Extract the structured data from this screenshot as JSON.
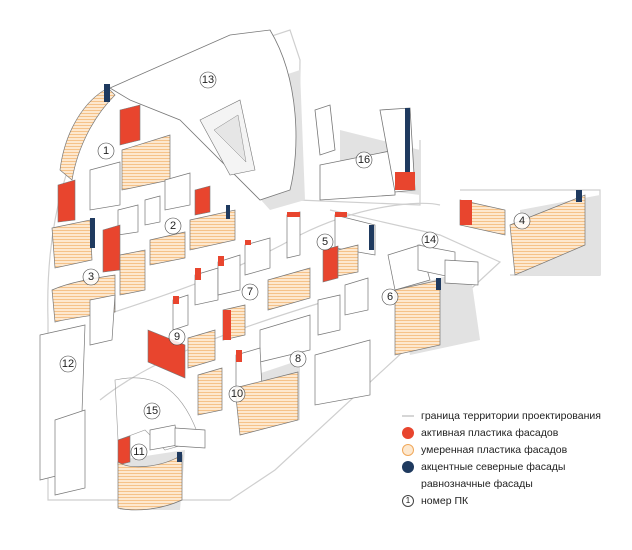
{
  "colors": {
    "active": "#e8452e",
    "moderate_fill": "#fde8cf",
    "moderate_stroke": "#f0a85a",
    "north": "#1f3a5f",
    "boundary": "#c8c8c8",
    "building": "#ffffff",
    "shadow": "#dcdcdc"
  },
  "legend": {
    "items": [
      {
        "key": "boundary",
        "label": "граница территории проектирования",
        "icon": "boundary-line-icon"
      },
      {
        "key": "active",
        "label": "активная пластика фасадов",
        "icon": "red-dot-icon"
      },
      {
        "key": "moderate",
        "label": "умеренная пластика фасадов",
        "icon": "orange-dot-icon"
      },
      {
        "key": "north",
        "label": "акцентные северные фасады",
        "icon": "navy-dot-icon"
      },
      {
        "key": "equal",
        "label": "равнозначные фасады",
        "icon": "none"
      },
      {
        "key": "pk",
        "label": "номер ПК",
        "icon": "numbered-circle-icon",
        "symbol": "1"
      }
    ]
  },
  "blocks": [
    {
      "id": "1"
    },
    {
      "id": "2"
    },
    {
      "id": "3"
    },
    {
      "id": "4"
    },
    {
      "id": "5"
    },
    {
      "id": "6"
    },
    {
      "id": "7"
    },
    {
      "id": "8"
    },
    {
      "id": "9"
    },
    {
      "id": "10"
    },
    {
      "id": "11"
    },
    {
      "id": "12"
    },
    {
      "id": "13"
    },
    {
      "id": "14"
    },
    {
      "id": "15"
    },
    {
      "id": "16"
    }
  ]
}
